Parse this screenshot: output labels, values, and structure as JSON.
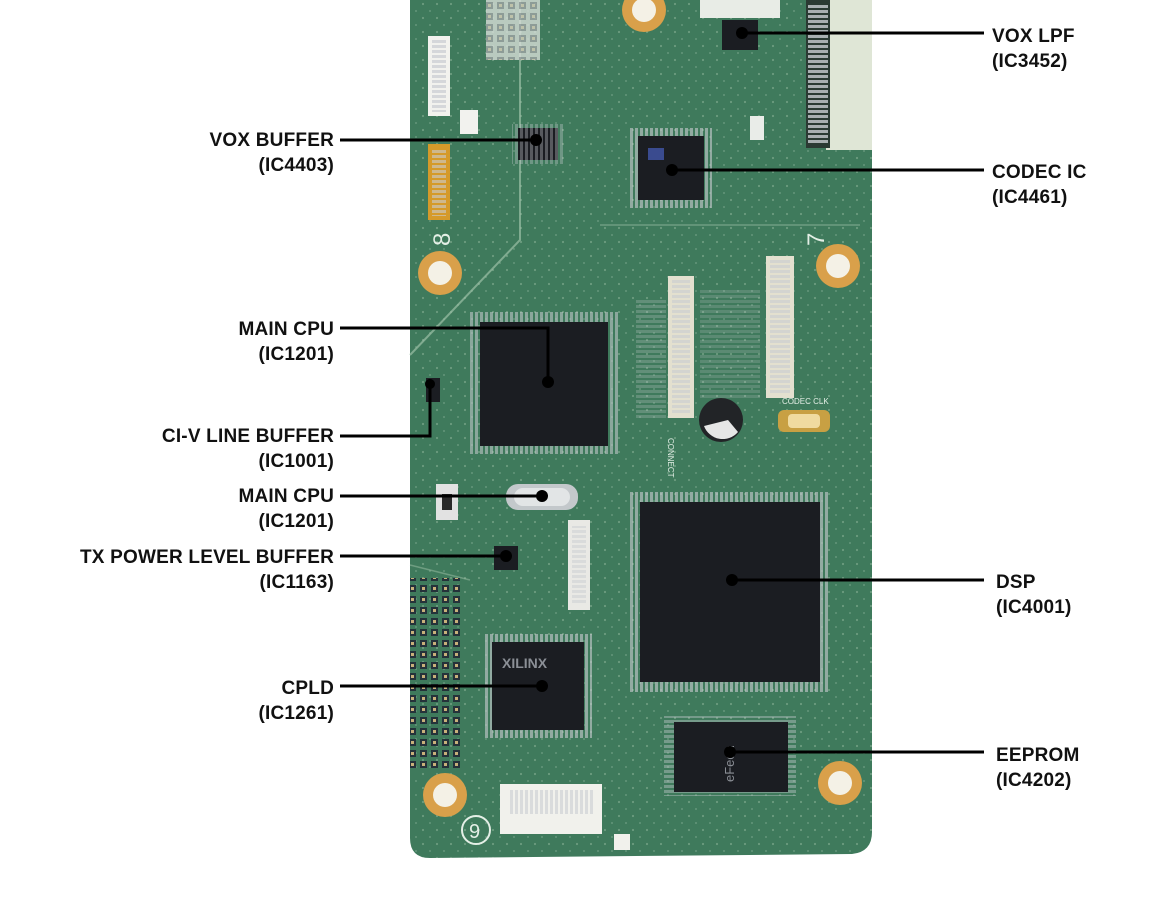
{
  "colors": {
    "board": "#3f7a5c",
    "board_dark": "#2f5f48",
    "chip": "#1b1d22",
    "pad": "#d9a04a",
    "leader": "#000000"
  },
  "callouts": [
    {
      "id": "vox-lpf",
      "side": "right",
      "name": "VOX LPF",
      "ref": "(IC3452)"
    },
    {
      "id": "vox-buffer",
      "side": "left",
      "name": "VOX BUFFER",
      "ref": "(IC4403)"
    },
    {
      "id": "codec-ic",
      "side": "right",
      "name": "CODEC IC",
      "ref": "(IC4461)"
    },
    {
      "id": "main-cpu-1",
      "side": "left",
      "name": "MAIN CPU",
      "ref": "(IC1201)"
    },
    {
      "id": "ci-v-line-buffer",
      "side": "left",
      "name": "CI-V LINE BUFFER",
      "ref": "(IC1001)"
    },
    {
      "id": "main-cpu-2",
      "side": "left",
      "name": "MAIN CPU",
      "ref": "(IC1201)"
    },
    {
      "id": "tx-power-level-buffer",
      "side": "left",
      "name": "TX POWER LEVEL BUFFER",
      "ref": "(IC1163)"
    },
    {
      "id": "dsp",
      "side": "right",
      "name": "DSP",
      "ref": "(IC4001)"
    },
    {
      "id": "cpld",
      "side": "left",
      "name": "CPLD",
      "ref": "(IC1261)"
    },
    {
      "id": "eeprom",
      "side": "right",
      "name": "EEPROM",
      "ref": "(IC4202)"
    }
  ],
  "board_markings": {
    "num_8": "8",
    "num_7": "7",
    "num_9": "9",
    "chip_logo_cpld": "XILINX",
    "chip_logo_eeprom": "eFeon",
    "text_codec_clk": "CODEC CLK",
    "text_connect": "CONNECT"
  }
}
